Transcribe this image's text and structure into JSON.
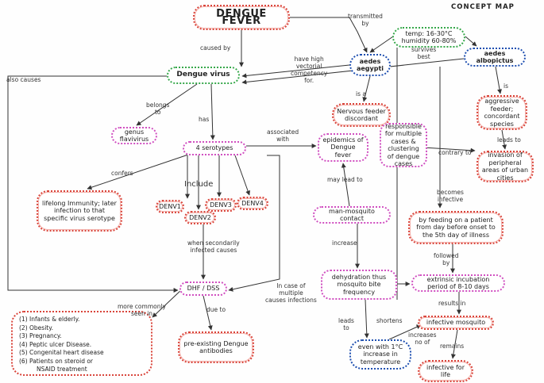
{
  "heading": "CONCEPT MAP",
  "nodes": {
    "dengue_fever": "DENGUE FEVER",
    "dengue_virus": "Dengue virus",
    "genus": "genus flavivirus",
    "serotypes": "4 serotypes",
    "denv1": "DENV1",
    "denv2": "DENV2",
    "denv3": "DENV3",
    "denv4": "DENV4",
    "immunity": "lifelong Immunity; later infection to that specific virus serotype",
    "dhf": "DHF / DSS",
    "antibodies": "pre-existing Dengue antibodies",
    "risk_groups": [
      "(1) Infants & elderly.",
      "(2) Obesity.",
      "(3) Pregnancy.",
      "(4) Peptic ulcer Disease.",
      "(5) Congenital heart disease",
      "(6) Patients on steroid or",
      "NSAID treatment"
    ],
    "temp": "temp: 16-30°C humidity 60-80%",
    "aegypti": "aedes aegypti",
    "albopictus": "aedes albopictus",
    "nervous_feeder": "Nervous feeder discordant",
    "responsible": "responsible for multiple cases & clustering of dengue cases",
    "epidemics": "epidemics of Dengue fever",
    "aggressive": "aggressive feeder; concordant species",
    "invasion": "invasion of peripheral areas of urban cities",
    "contact": "man-mosquito contact",
    "dehydration": "dehydration thus mosquito bite frequency",
    "feeding": "by feeding on a patient from day before onset to the 5th day of illness",
    "extrinsic": "extrinsic incubation period of 8-10 days",
    "infective_mosquito": "infective mosquito",
    "temp_increase": "even with 1°C increase in temperature",
    "infective_life": "infective for life"
  },
  "labels": {
    "transmitted_by": "transmitted\nby",
    "caused_by": "caused by",
    "also_causes": "also causes",
    "vectorial": "have high\nvectorial\ncompetency\nfor.",
    "survives_best": "survives\nbest",
    "belongs_to": "belongs\nto",
    "has": "has",
    "associated_with": "associated\nwith",
    "is_a_1": "is a",
    "is_a_2": "is",
    "leads_to_1": "leads to",
    "confers": "confers",
    "include": "Include",
    "secondary": "when secondarily\ninfected causes",
    "multiple_infections": "In case of\nmultiple\ncauses infections",
    "more_commonly": "more commonly\nseen in",
    "due_to": "due to",
    "may_lead_to": "may lead to",
    "contrary_to": "contrary to",
    "becomes_infective": "becomes\ninfective",
    "followed_by": "followed\nby",
    "increase": "increase",
    "results_in": "results in",
    "remains": "remains",
    "leads_to_2": "leads\nto",
    "shortens": "shortens",
    "increases": "increases\nno of"
  },
  "colors": {
    "red": "#d9443a",
    "pink": "#d04fc0",
    "green": "#36a84a",
    "blue": "#1e4fb0",
    "ink": "#333333"
  }
}
